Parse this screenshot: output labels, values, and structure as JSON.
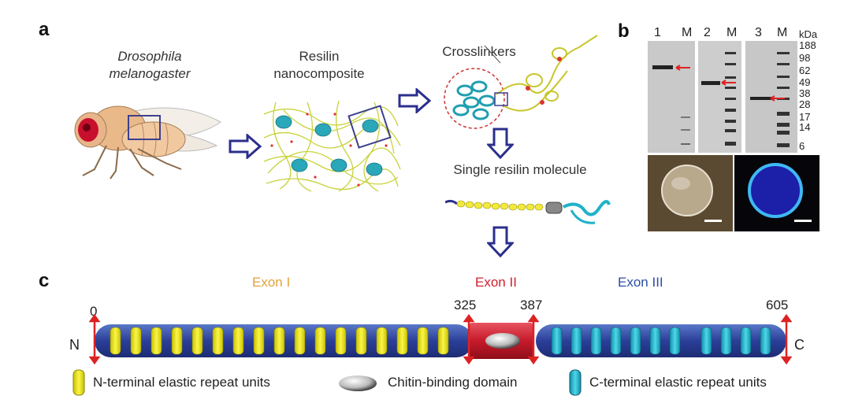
{
  "panel_a": {
    "letter": "a",
    "organism_line1": "Drosophila",
    "organism_line2": "melanogaster",
    "nano_line1": "Resilin",
    "nano_line2": "nanocomposite",
    "crosslinkers": "Crosslinkers",
    "single": "Single resilin molecule"
  },
  "panel_b": {
    "letter": "b",
    "lanes": [
      "1",
      "M",
      "2",
      "M",
      "3",
      "M"
    ],
    "unit": "kDa",
    "markers": [
      "188",
      "98",
      "62",
      "49",
      "38",
      "28",
      "17",
      "14",
      "6"
    ]
  },
  "panel_c": {
    "letter": "c",
    "exon1": "Exon I",
    "exon2": "Exon II",
    "exon3": "Exon III",
    "pos0": "0",
    "pos325": "325",
    "pos387": "387",
    "pos605": "605",
    "n_term": "N",
    "c_term": "C",
    "legend_n": "N-terminal elastic repeat units",
    "legend_chitin": "Chitin-binding domain",
    "legend_c": "C-terminal elastic repeat units"
  },
  "colors": {
    "exon1": "#e2a33a",
    "exon2": "#d2202f",
    "exon3": "#2c4ea3",
    "arrow_blue": "#2b2f8c",
    "marker_red": "#d22"
  }
}
